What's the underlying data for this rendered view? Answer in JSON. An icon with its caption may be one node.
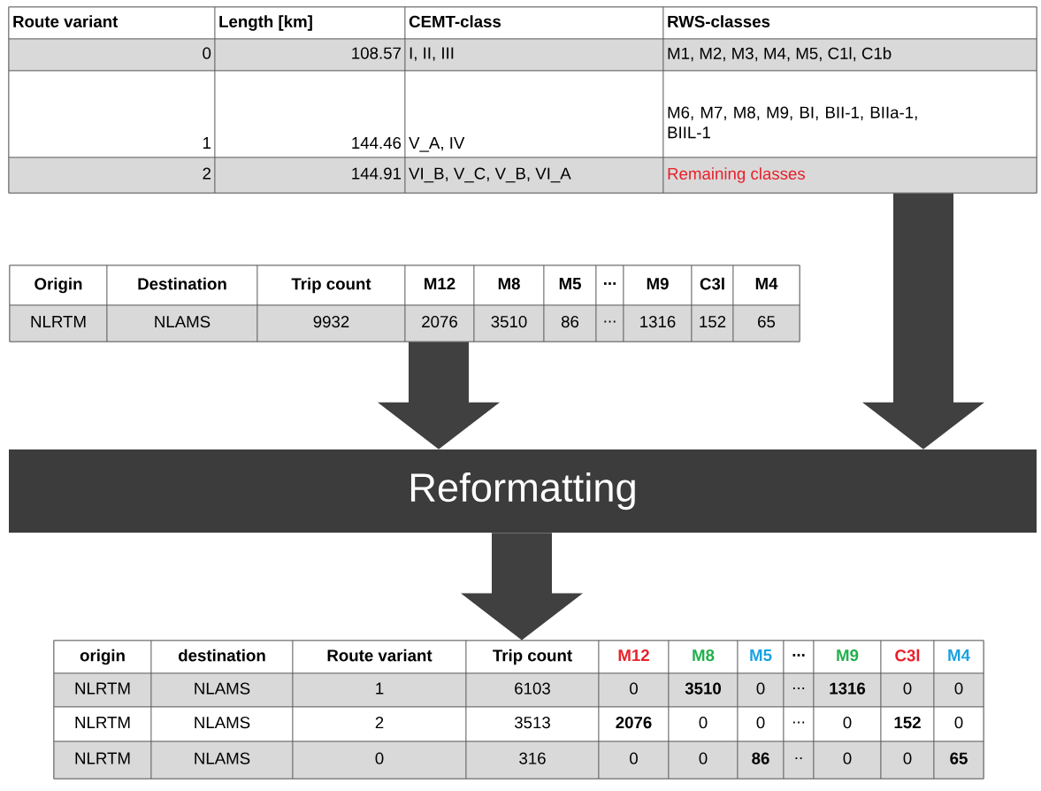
{
  "diagram": {
    "nodes": [
      {
        "text": [
          "Route variant",
          "Length [km]",
          "CEMT-class",
          "RWS-classes",
          "0",
          "108.57",
          "I, II, III",
          "M1, M2, M3, M4, M5, C1l, C1b",
          "1",
          "144.46",
          "V_A, IV",
          "M6, M7, M8, M9, BI, BII-1, BIIa-1, BIIL-1",
          "2",
          "144.91",
          "VI_B, V_C, V_B, VI_A",
          "Remaining classes"
        ]
      },
      {
        "text": [
          "Origin",
          "Destination",
          "Trip count",
          "M12",
          "M8",
          "M5",
          "...",
          "M9",
          "C3l",
          "M4",
          "NLRTM",
          "NLAMS",
          "9932",
          "2076",
          "3510",
          "86",
          "...",
          "1316",
          "152",
          "65"
        ]
      },
      {
        "text": [
          "Reformatting"
        ]
      },
      {
        "text": [
          "origin",
          "destination",
          "Route variant",
          "Trip count",
          "M12",
          "M8",
          "M5",
          "...",
          "M9",
          "C3l",
          "M4",
          "NLRTM",
          "NLAMS",
          "1",
          "6103",
          "0",
          "3510",
          "0",
          "...",
          "1316",
          "0",
          "0",
          "NLRTM",
          "NLAMS",
          "2",
          "3513",
          "2076",
          "0",
          "0",
          "...",
          "0",
          "152",
          "0",
          "NLRTM",
          "NLAMS",
          "0",
          "316",
          "0",
          "0",
          "86",
          "..",
          "0",
          "0",
          "65"
        ]
      }
    ],
    "edges": [
      {
        "from": 0,
        "to": 2,
        "arrow": "to"
      },
      {
        "from": 1,
        "to": 2,
        "arrow": "to"
      },
      {
        "from": 2,
        "to": 3,
        "arrow": "to"
      }
    ]
  }
}
